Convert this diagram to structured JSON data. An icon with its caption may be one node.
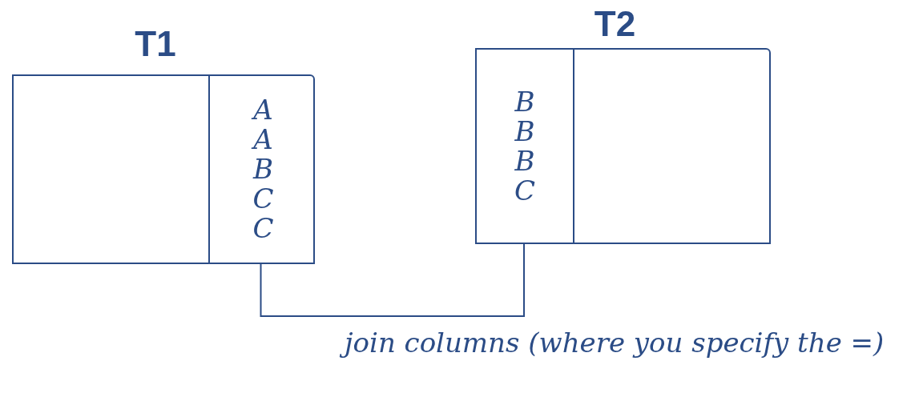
{
  "diagram": {
    "nodes": [
      {
        "text": [
          "T1"
        ]
      },
      {
        "text": [
          "A",
          "A",
          "B",
          "C",
          "C"
        ],
        "in": 0
      },
      {
        "text": [
          "T2"
        ]
      },
      {
        "text": [
          "B",
          "B",
          "B",
          "C"
        ],
        "in": 2
      }
    ],
    "edges": [
      {
        "from": 1,
        "to": 3,
        "arrow": "none",
        "label": "join columns (where you specify the =)"
      }
    ]
  }
}
